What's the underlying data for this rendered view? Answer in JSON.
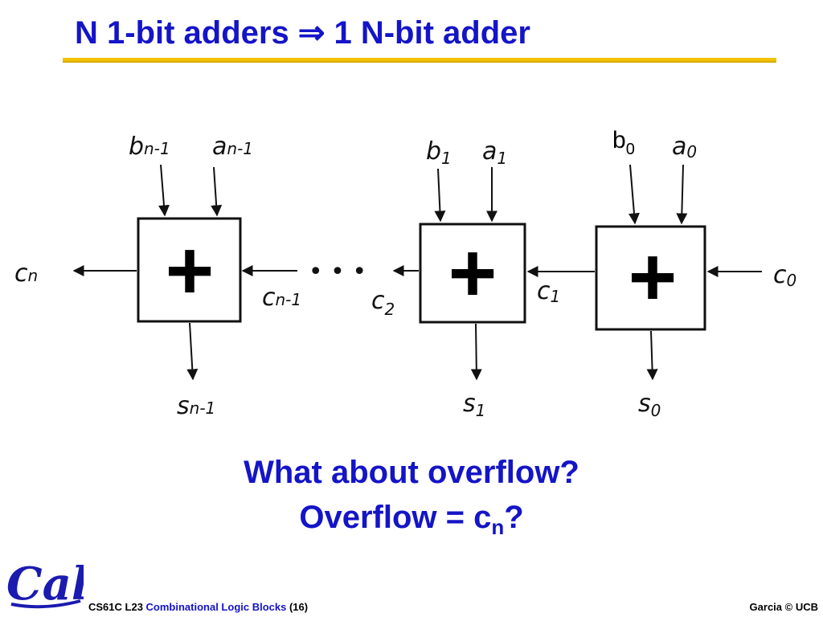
{
  "slide": {
    "title": "N 1-bit adders ⇒ 1 N-bit adder",
    "question_line1": "What about overflow?",
    "question_line2_prefix": "Overflow = c",
    "question_line2_sub": "n",
    "question_line2_suffix": "?"
  },
  "diagram": {
    "adders": [
      {
        "symbol": "+",
        "in_b": "b",
        "in_b_sub": "n-1",
        "in_a": "a",
        "in_a_sub": "n-1",
        "carry_out": "c",
        "carry_out_sub": "n",
        "sum": "s",
        "sum_sub": "n-1"
      },
      {
        "symbol": "+",
        "in_b": "b",
        "in_b_sub": "1",
        "in_a": "a",
        "in_a_sub": "1",
        "sum": "s",
        "sum_sub": "1"
      },
      {
        "symbol": "+",
        "in_b": "b",
        "in_b_sub": "0",
        "in_a": "a",
        "in_a_sub": "0",
        "sum": "s",
        "sum_sub": "0"
      }
    ],
    "carry_labels": [
      {
        "name": "c",
        "sub": "n-1"
      },
      {
        "name": "c",
        "sub": "2"
      },
      {
        "name": "c",
        "sub": "1"
      },
      {
        "name": "c",
        "sub": "0"
      }
    ],
    "ellipsis": "• • •"
  },
  "logo": {
    "text": "Cal",
    "color": "#1b1bb0"
  },
  "footer": {
    "course": "CS61C L23 ",
    "topic": "Combinational Logic Blocks",
    "page": " (16)",
    "credit": "Garcia © UCB"
  },
  "colors": {
    "title": "#1414c8",
    "rule": "#f2c200"
  }
}
